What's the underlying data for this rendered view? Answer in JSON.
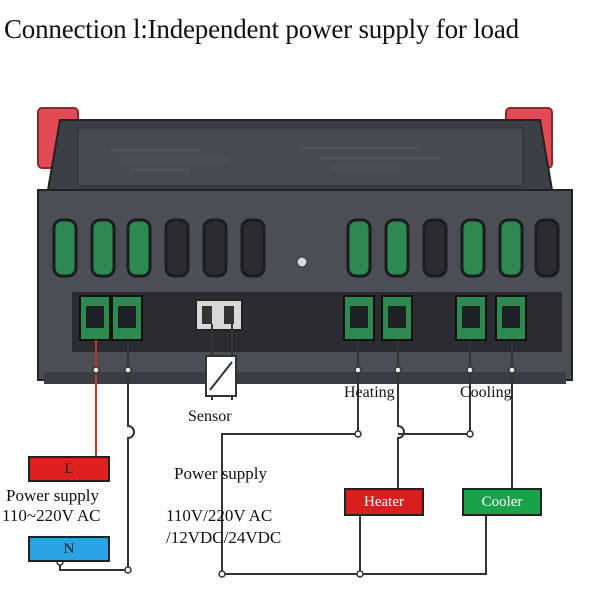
{
  "title": "Connection l:Independent power supply for load",
  "labels": {
    "sensor": "Sensor",
    "heating": "Heating",
    "cooling": "Cooling",
    "power_supply_right": "Power supply",
    "voltages_line1": "110V/220V AC",
    "voltages_line2": "/12VDC/24VDC",
    "power_supply_left_line1": "Power supply",
    "power_supply_left_line2": "110~220V AC"
  },
  "boxes": {
    "L": {
      "label": "L",
      "color": "#e0201f",
      "text_color": "#222222"
    },
    "N": {
      "label": "N",
      "color": "#2aa3e6",
      "text_color": "#222222"
    },
    "heater": {
      "label": "Heater",
      "color": "#d81f1f",
      "text_color": "#ffffff"
    },
    "cooler": {
      "label": "Cooler",
      "color": "#18a34a",
      "text_color": "#ffffff"
    }
  },
  "colors": {
    "housing": "#4b4e55",
    "housing_dark": "#2f3136",
    "clip": "#e24b55",
    "terminal_green": "#2f8a52",
    "wire_red": "#c0392b",
    "wire_dark": "#333333"
  }
}
